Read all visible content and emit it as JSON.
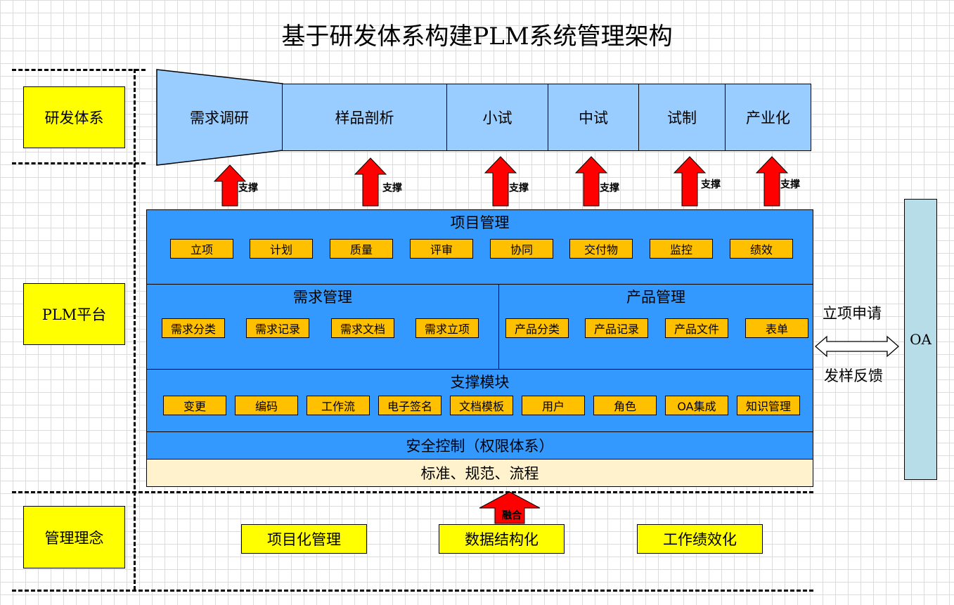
{
  "title": "基于研发体系构建PLM系统管理架构",
  "layers": {
    "rd": "研发体系",
    "plm": "PLM平台",
    "mgmt": "管理理念"
  },
  "stages": [
    "需求调研",
    "样品剖析",
    "小试",
    "中试",
    "试制",
    "产业化"
  ],
  "support_label": "支撑",
  "project_mgmt": {
    "title": "项目管理",
    "items": [
      "立项",
      "计划",
      "质量",
      "评审",
      "协同",
      "交付物",
      "监控",
      "绩效"
    ]
  },
  "requirement_mgmt": {
    "title": "需求管理",
    "items": [
      "需求分类",
      "需求记录",
      "需求文档",
      "需求立项"
    ]
  },
  "product_mgmt": {
    "title": "产品管理",
    "items": [
      "产品分类",
      "产品记录",
      "产品文件",
      "表单"
    ]
  },
  "support_modules": {
    "title": "支撑模块",
    "items": [
      "变更",
      "编码",
      "工作流",
      "电子签名",
      "文档模板",
      "用户",
      "角色",
      "OA集成",
      "知识管理"
    ]
  },
  "security": "安全控制（权限体系）",
  "standards": "标准、规范、流程",
  "oa": {
    "label": "OA",
    "flow_top": "立项申请",
    "flow_bottom": "发样反馈"
  },
  "fusion_label": "融合",
  "concepts": [
    "项目化管理",
    "数据结构化",
    "工作绩效化"
  ],
  "colors": {
    "stage": "#99ccff",
    "panel": "#3399ff",
    "chip": "#ffc000",
    "label_box": "#ffff00",
    "standards": "#fff2cc",
    "oa": "#b7dde8",
    "arrow": "#ff0000"
  }
}
